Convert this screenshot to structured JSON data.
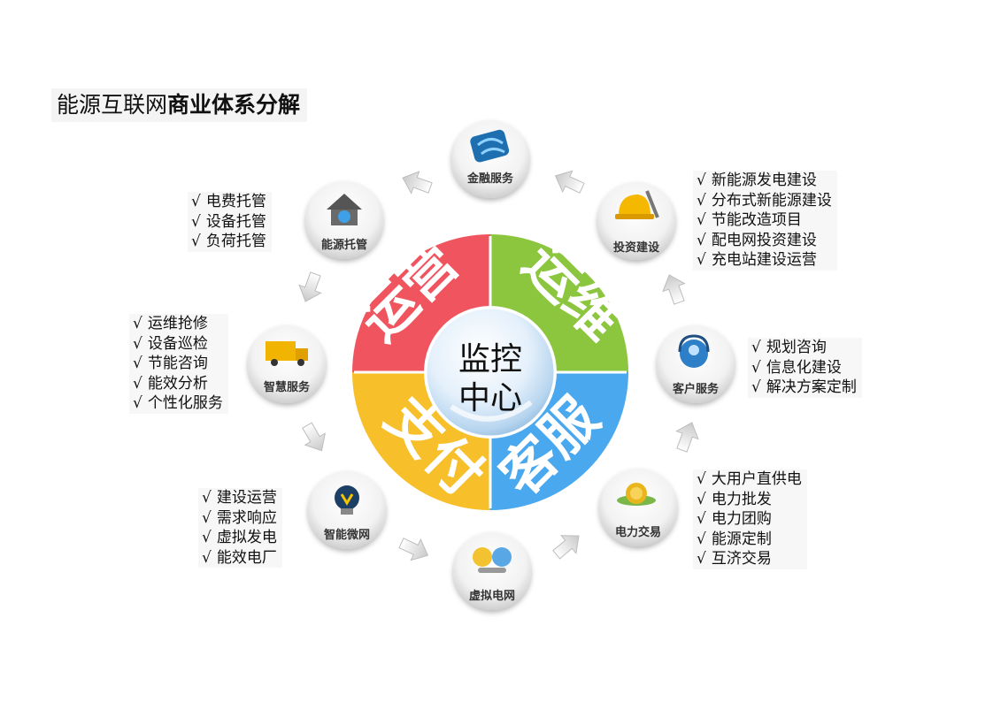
{
  "title": {
    "part1": "能源互联网",
    "part2": "商业体系分解"
  },
  "center": {
    "line1": "监控",
    "line2": "中心"
  },
  "ring_segments": [
    {
      "label": "运营",
      "color": "#f0545e"
    },
    {
      "label": "运维",
      "color": "#8cc63f"
    },
    {
      "label": "客服",
      "color": "#4aa8ee"
    },
    {
      "label": "支付",
      "color": "#f7c02a"
    }
  ],
  "nodes": {
    "finance": {
      "label": "金融服务",
      "icon": "globe-finance-icon"
    },
    "invest": {
      "label": "投资建设",
      "icon": "hardhat-shovel-icon"
    },
    "customer": {
      "label": "客户服务",
      "icon": "headset-agent-icon"
    },
    "power_trade": {
      "label": "电力交易",
      "icon": "coins-icon"
    },
    "virtual_grid": {
      "label": "虚拟电网",
      "icon": "bulbs-handshake-icon"
    },
    "microgrid": {
      "label": "智能微网",
      "icon": "lightbulb-icon"
    },
    "smart_service": {
      "label": "智慧服务",
      "icon": "delivery-truck-icon"
    },
    "energy_custody": {
      "label": "能源托管",
      "icon": "house-icon"
    }
  },
  "check_mark": "√",
  "lists": {
    "energy_custody": [
      "电费托管",
      "设备托管",
      "负荷托管"
    ],
    "smart_service": [
      "运维抢修",
      "设备巡检",
      "节能咨询",
      "能效分析",
      "个性化服务"
    ],
    "microgrid": [
      "建设运营",
      "需求响应",
      "虚拟发电",
      "能效电厂"
    ],
    "invest": [
      "新能源发电建设",
      "分布式新能源建设",
      "节能改造项目",
      "配电网投资建设",
      "充电站建设运营"
    ],
    "customer": [
      "规划咨询",
      "信息化建设",
      "解决方案定制"
    ],
    "power_trade": [
      "大用户直供电",
      "电力批发",
      "电力团购",
      "能源定制",
      "互济交易"
    ]
  }
}
